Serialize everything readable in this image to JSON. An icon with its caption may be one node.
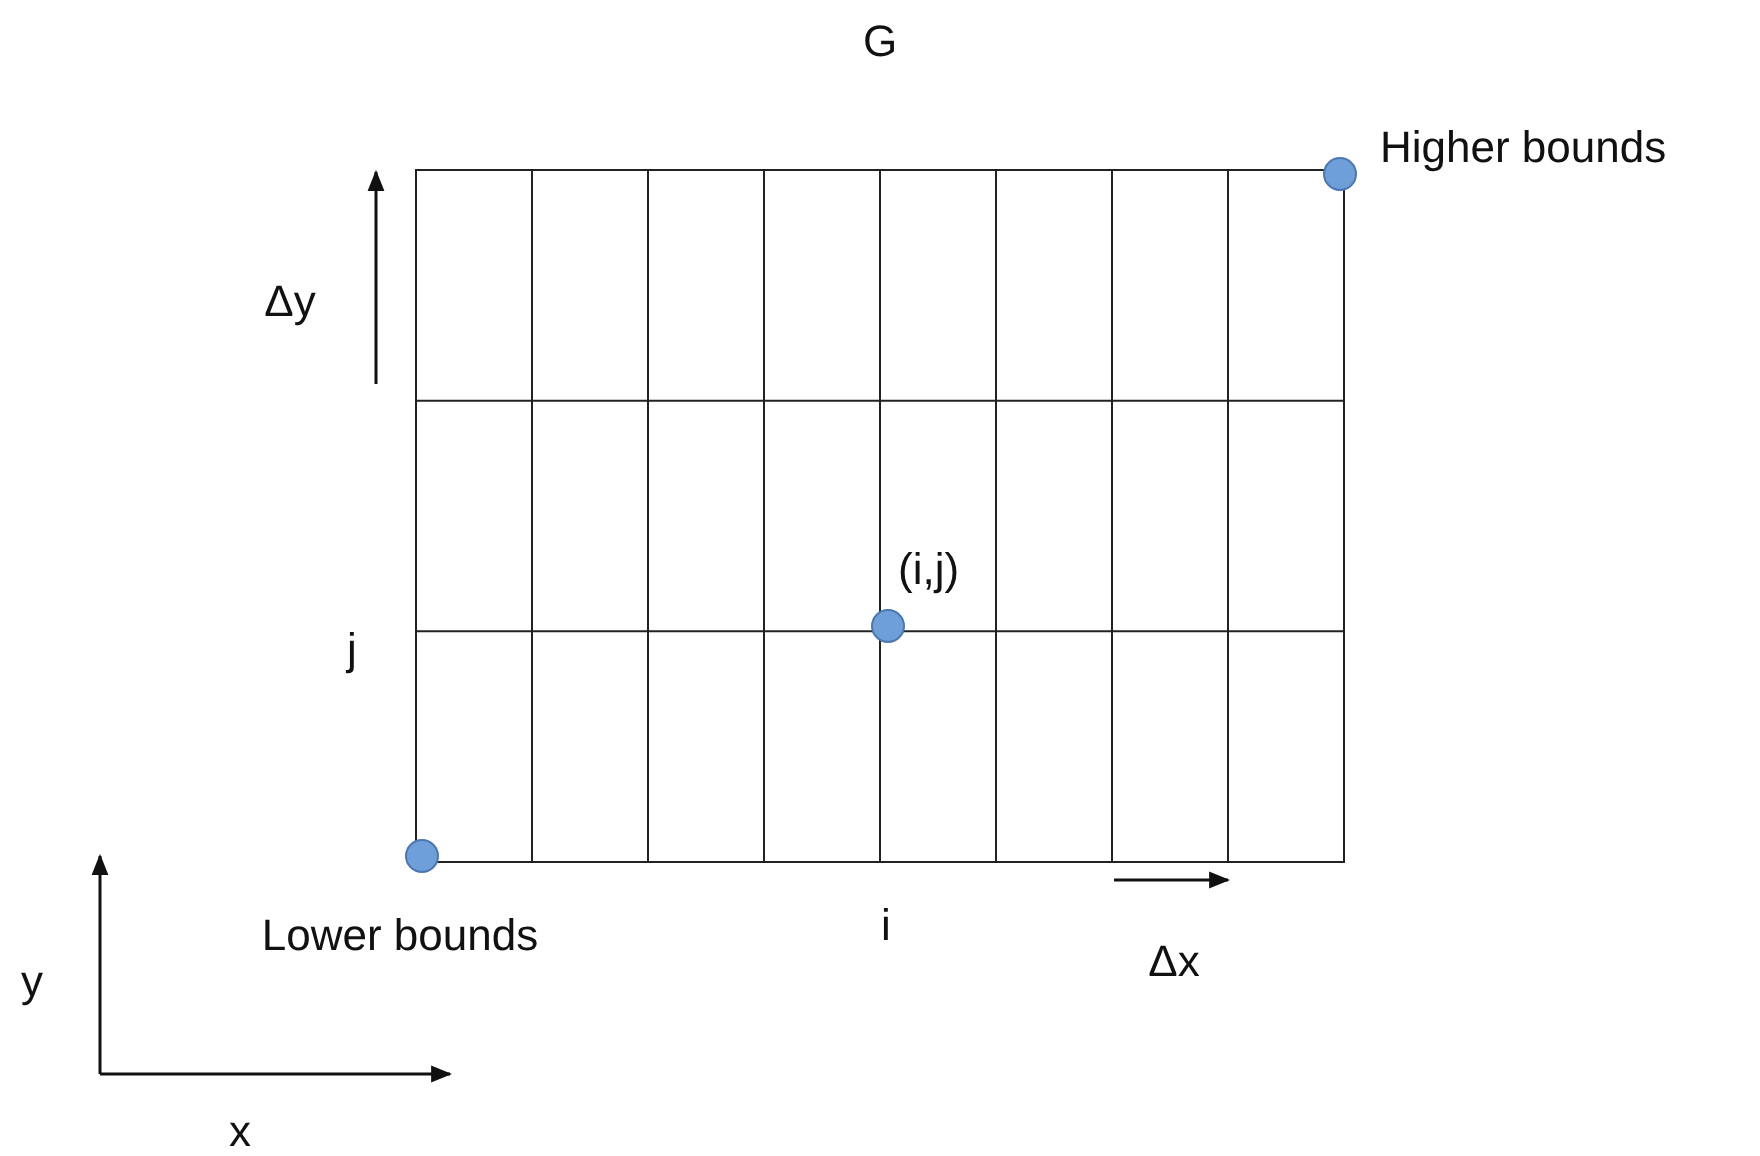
{
  "diagram": {
    "nodes": [
      {
        "text": [
          "G"
        ]
      },
      {
        "text": [],
        "shape": "circle",
        "beside": [
          "Higher bounds"
        ]
      },
      {
        "text": [],
        "shape": "circle",
        "beside": [
          "(i,j)"
        ],
        "in": 0
      },
      {
        "text": [],
        "shape": "circle",
        "beside": [
          "Lower bounds"
        ]
      }
    ],
    "edges": [],
    "labels": [
      "Δy",
      "j",
      "i",
      "Δx",
      "y",
      "x"
    ]
  }
}
